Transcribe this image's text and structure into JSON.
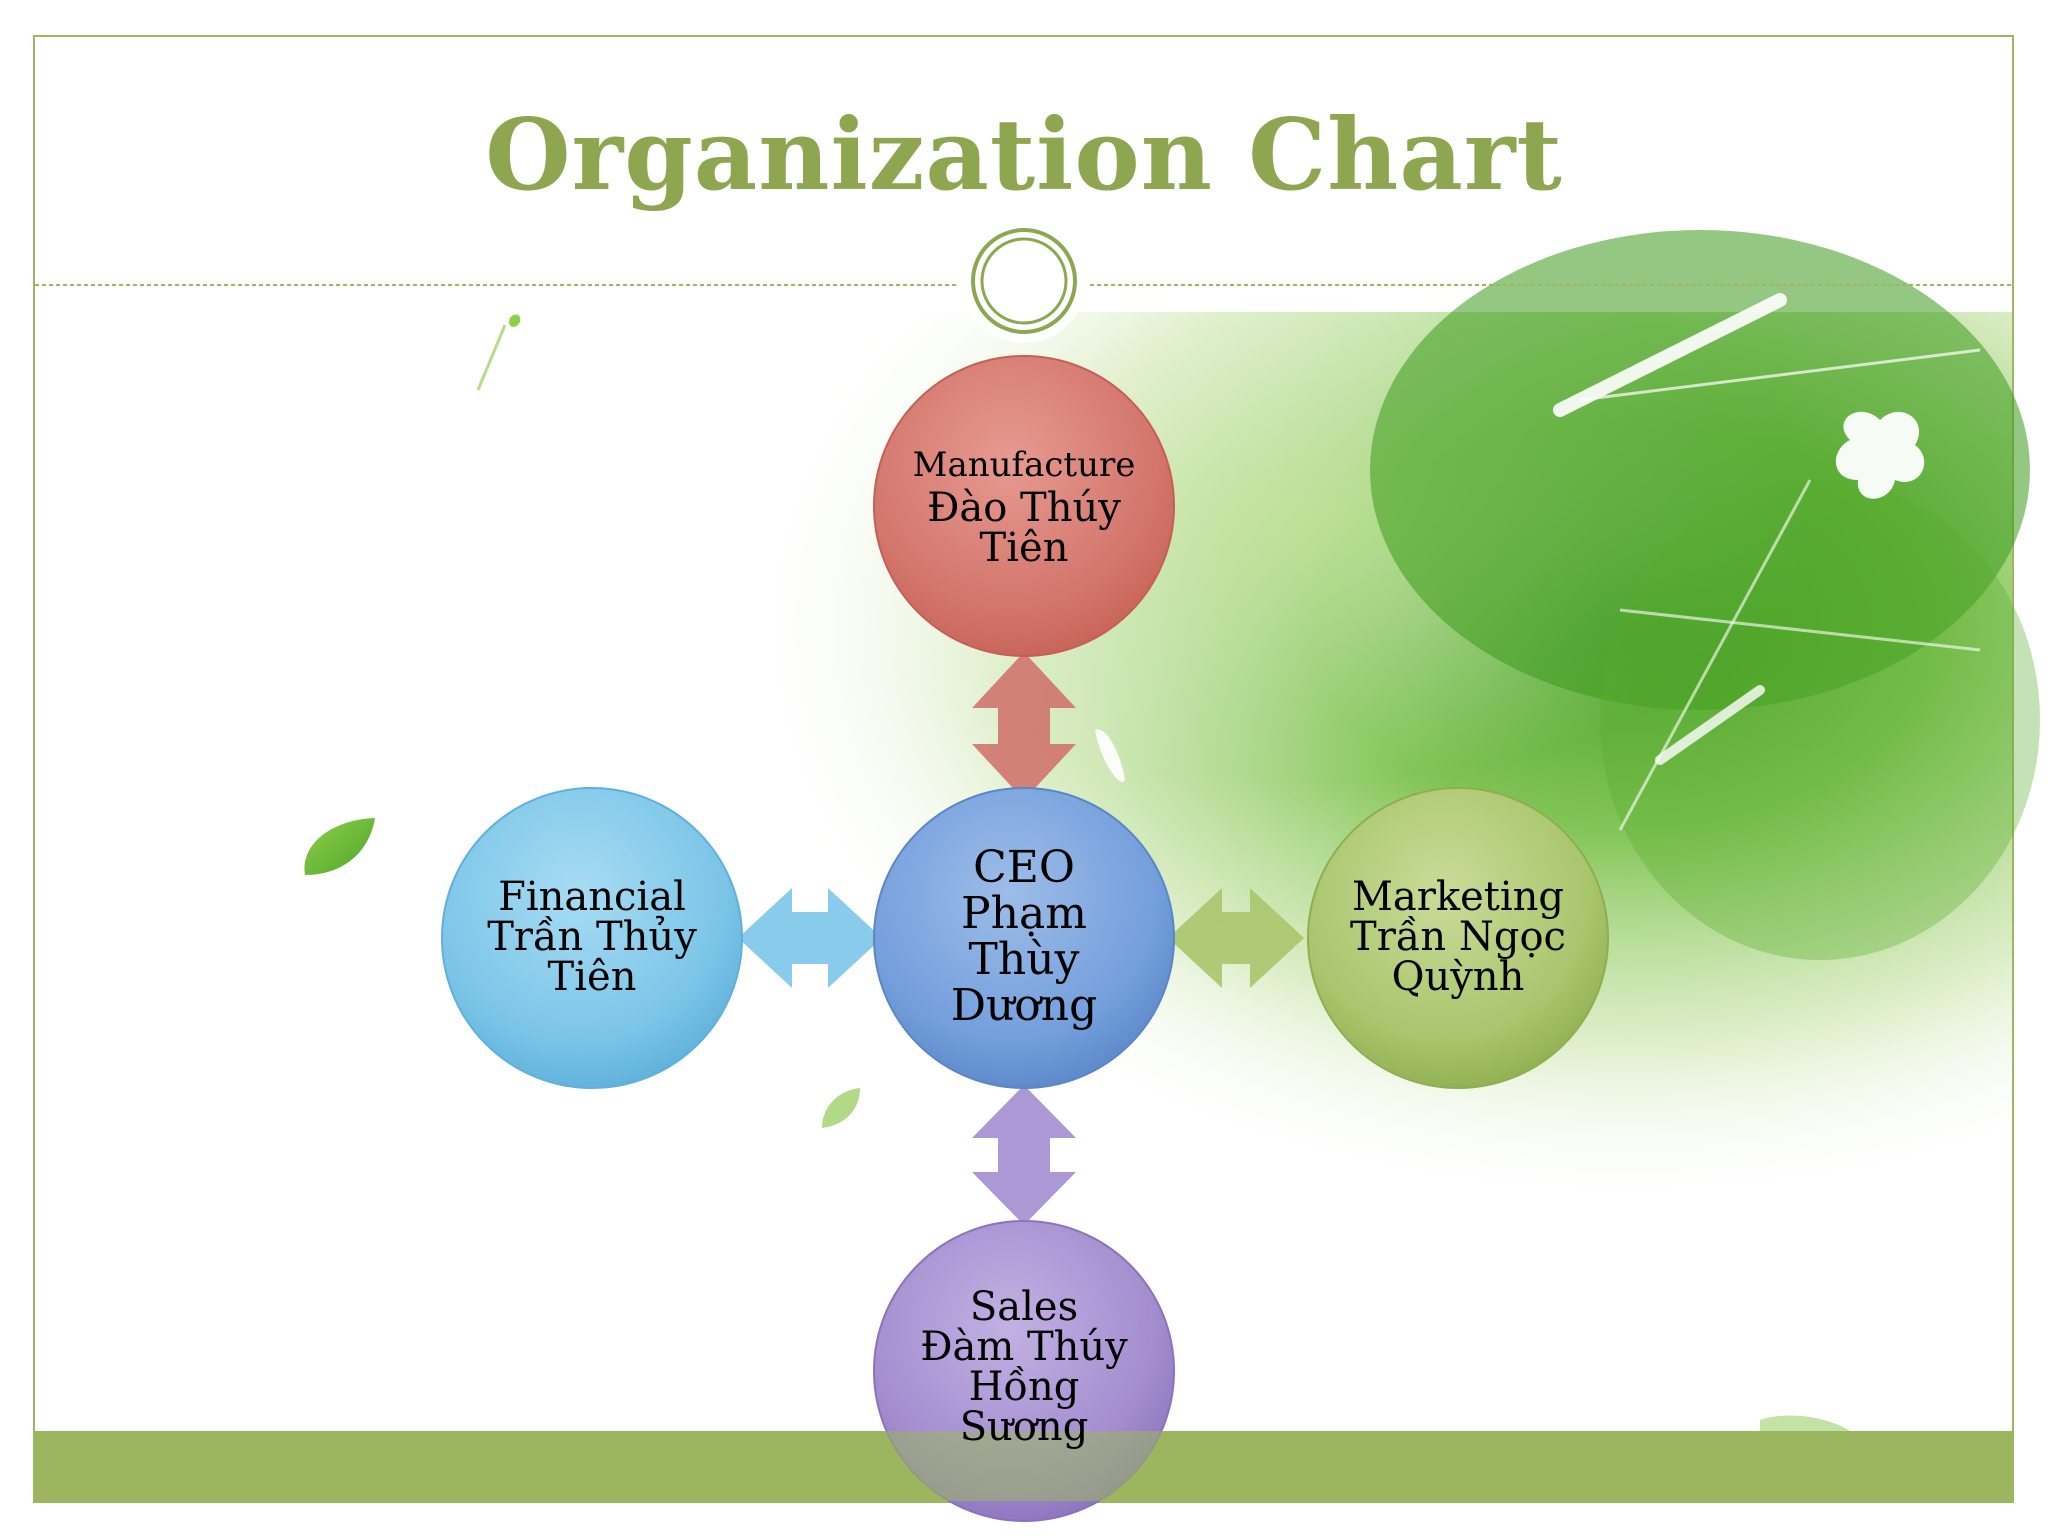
{
  "title": "Organization Chart",
  "colors": {
    "accent_green": "#9bb75f",
    "title_green": "#8ea64f",
    "node_manufacture": "#d9786f",
    "node_ceo": "#7aa3dc",
    "node_financial": "#7ec6e8",
    "node_marketing": "#a9c56d",
    "node_sales": "#a58fd0"
  },
  "nodes": {
    "ceo": {
      "role": "CEO",
      "name_line1": "Phạm",
      "name_line2": "Thùy",
      "name_line3": "Dương"
    },
    "manufacture": {
      "role": "Manufacture",
      "name_line1": "Đào Thúy",
      "name_line2": "Tiên"
    },
    "financial": {
      "role": "Financial",
      "name_line1": "Trần Thủy",
      "name_line2": "Tiên"
    },
    "marketing": {
      "role": "Marketing",
      "name_line1": "Trần Ngọc",
      "name_line2": "Quỳnh"
    },
    "sales": {
      "role": "Sales",
      "name_line1": "Đàm Thúy",
      "name_line2": "Hồng",
      "name_line3": "Sương"
    }
  },
  "connections": [
    {
      "from": "ceo",
      "to": "manufacture",
      "type": "double-arrow"
    },
    {
      "from": "ceo",
      "to": "financial",
      "type": "double-arrow"
    },
    {
      "from": "ceo",
      "to": "marketing",
      "type": "double-arrow"
    },
    {
      "from": "ceo",
      "to": "sales",
      "type": "double-arrow"
    }
  ]
}
